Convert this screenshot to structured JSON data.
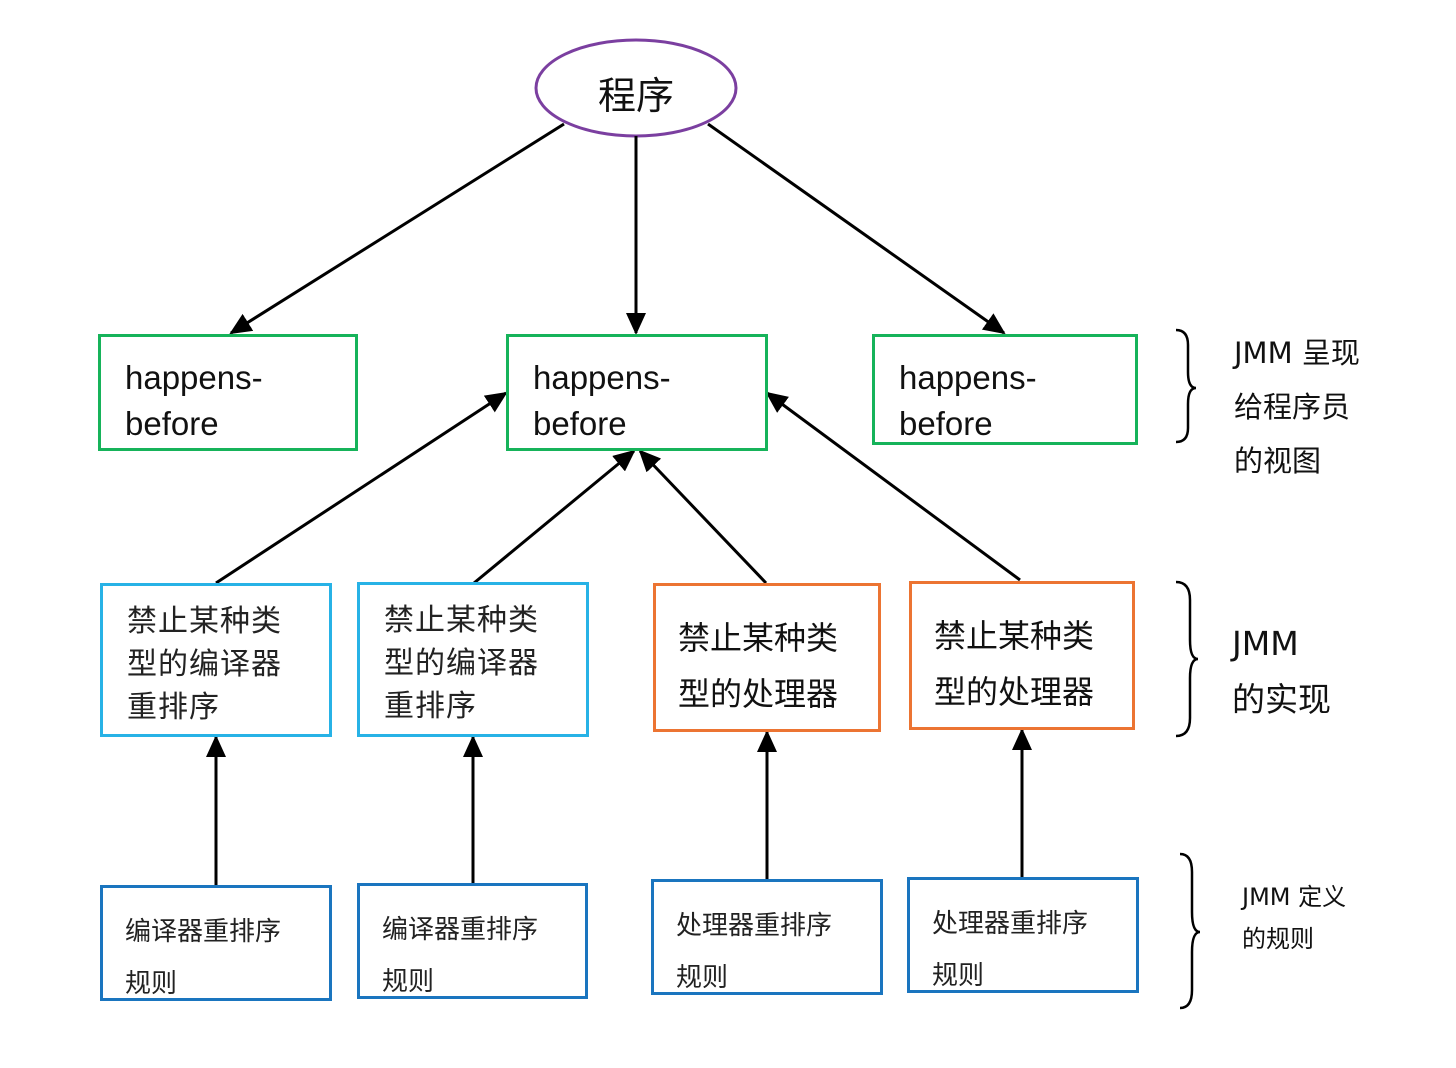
{
  "root": {
    "label": "程序",
    "border_color": "#7b3fa0"
  },
  "colors": {
    "happens_before_border": "#16b35a",
    "compiler_border": "#27b2e6",
    "processor_border": "#ec7432",
    "rule_border": "#1a75bf",
    "arrow": "#000000"
  },
  "happens_before_boxes": [
    {
      "label": "happens-\nbefore"
    },
    {
      "label": "happens-\nbefore"
    },
    {
      "label": "happens-\nbefore"
    }
  ],
  "implementation_boxes": [
    {
      "label": "禁止某种类\n型的编译器\n重排序",
      "kind": "compiler"
    },
    {
      "label": "禁止某种类\n型的编译器\n重排序",
      "kind": "compiler"
    },
    {
      "label": "禁止某种类\n型的处理器",
      "kind": "processor"
    },
    {
      "label": "禁止某种类\n型的处理器",
      "kind": "processor"
    }
  ],
  "rule_boxes": [
    {
      "label": "编译器重排序\n规则"
    },
    {
      "label": "编译器重排序\n规则"
    },
    {
      "label": "处理器重排序\n规则"
    },
    {
      "label": "处理器重排序\n规则"
    }
  ],
  "side_labels": [
    {
      "label": "JMM 呈现\n给程序员\n的视图"
    },
    {
      "label": "JMM\n的实现"
    },
    {
      "label": "JMM 定义\n的规则"
    }
  ]
}
